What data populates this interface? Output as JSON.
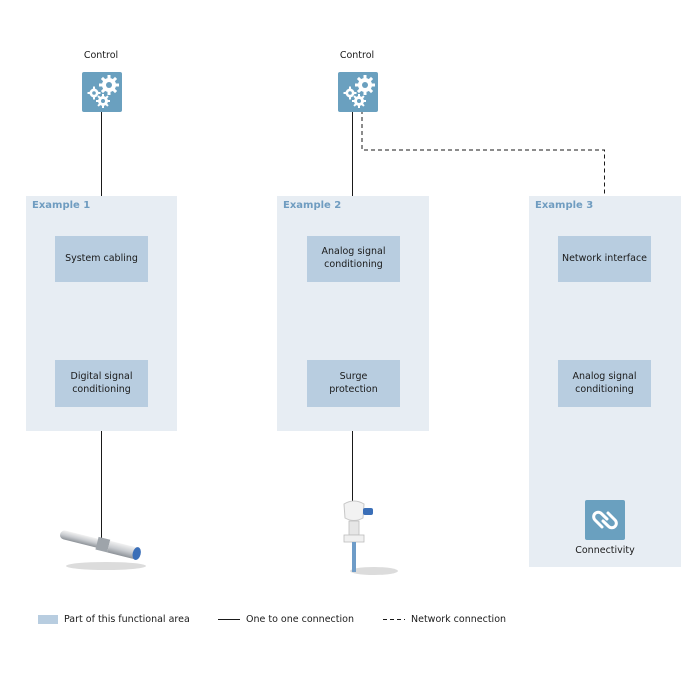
{
  "controls": [
    {
      "label": "Control"
    },
    {
      "label": "Control"
    }
  ],
  "panels": [
    {
      "title": "Example 1",
      "nodes": [
        "System cabling",
        "Digital signal\nconditioning"
      ]
    },
    {
      "title": "Example 2",
      "nodes": [
        "Analog signal\nconditioning",
        "Surge\nprotection"
      ]
    },
    {
      "title": "Example 3",
      "nodes": [
        "Network interface",
        "Analog signal\nconditioning"
      ],
      "footer_label": "Connectivity"
    }
  ],
  "legend": {
    "area": "Part of this functional area",
    "solid": "One to one connection",
    "dashed": "Network connection"
  },
  "colors": {
    "panel_bg": "#e7edf3",
    "node_bg": "#b8cde0",
    "icon_bg": "#6aa0bf",
    "panel_title": "#6f9cc0"
  },
  "icons": [
    "gears-icon",
    "gears-icon",
    "connectivity-link-icon",
    "proximity-sensor-icon",
    "temperature-sensor-icon"
  ]
}
